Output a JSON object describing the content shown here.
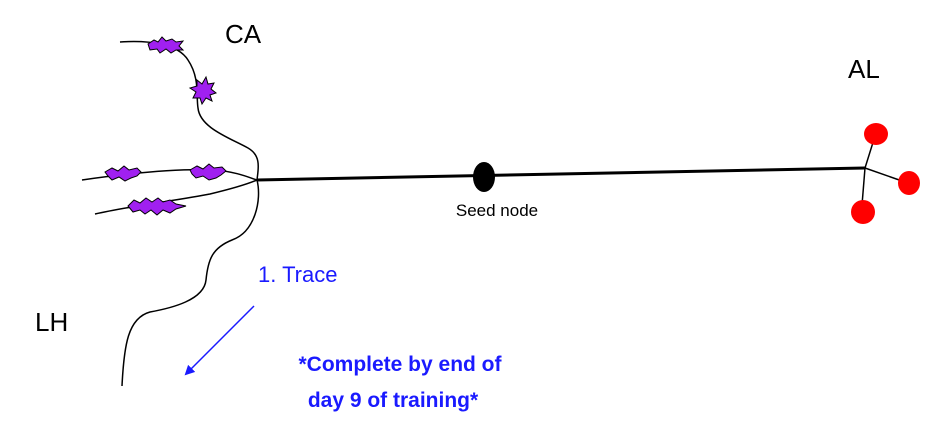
{
  "labels": {
    "ca": "CA",
    "al": "AL",
    "lh": "LH",
    "seed": "Seed node",
    "step": "1. Trace",
    "note_line1": "*Complete by end of",
    "note_line2": "day 9 of training*"
  },
  "colors": {
    "line": "#000000",
    "synapse_fill": "#a020f0",
    "al_node": "#ff0000",
    "seed_node": "#000000",
    "annotation": "#1a1aff"
  },
  "icons": {
    "synapse": "spiky-blob-icon",
    "trace_direction": "arrow-icon"
  }
}
